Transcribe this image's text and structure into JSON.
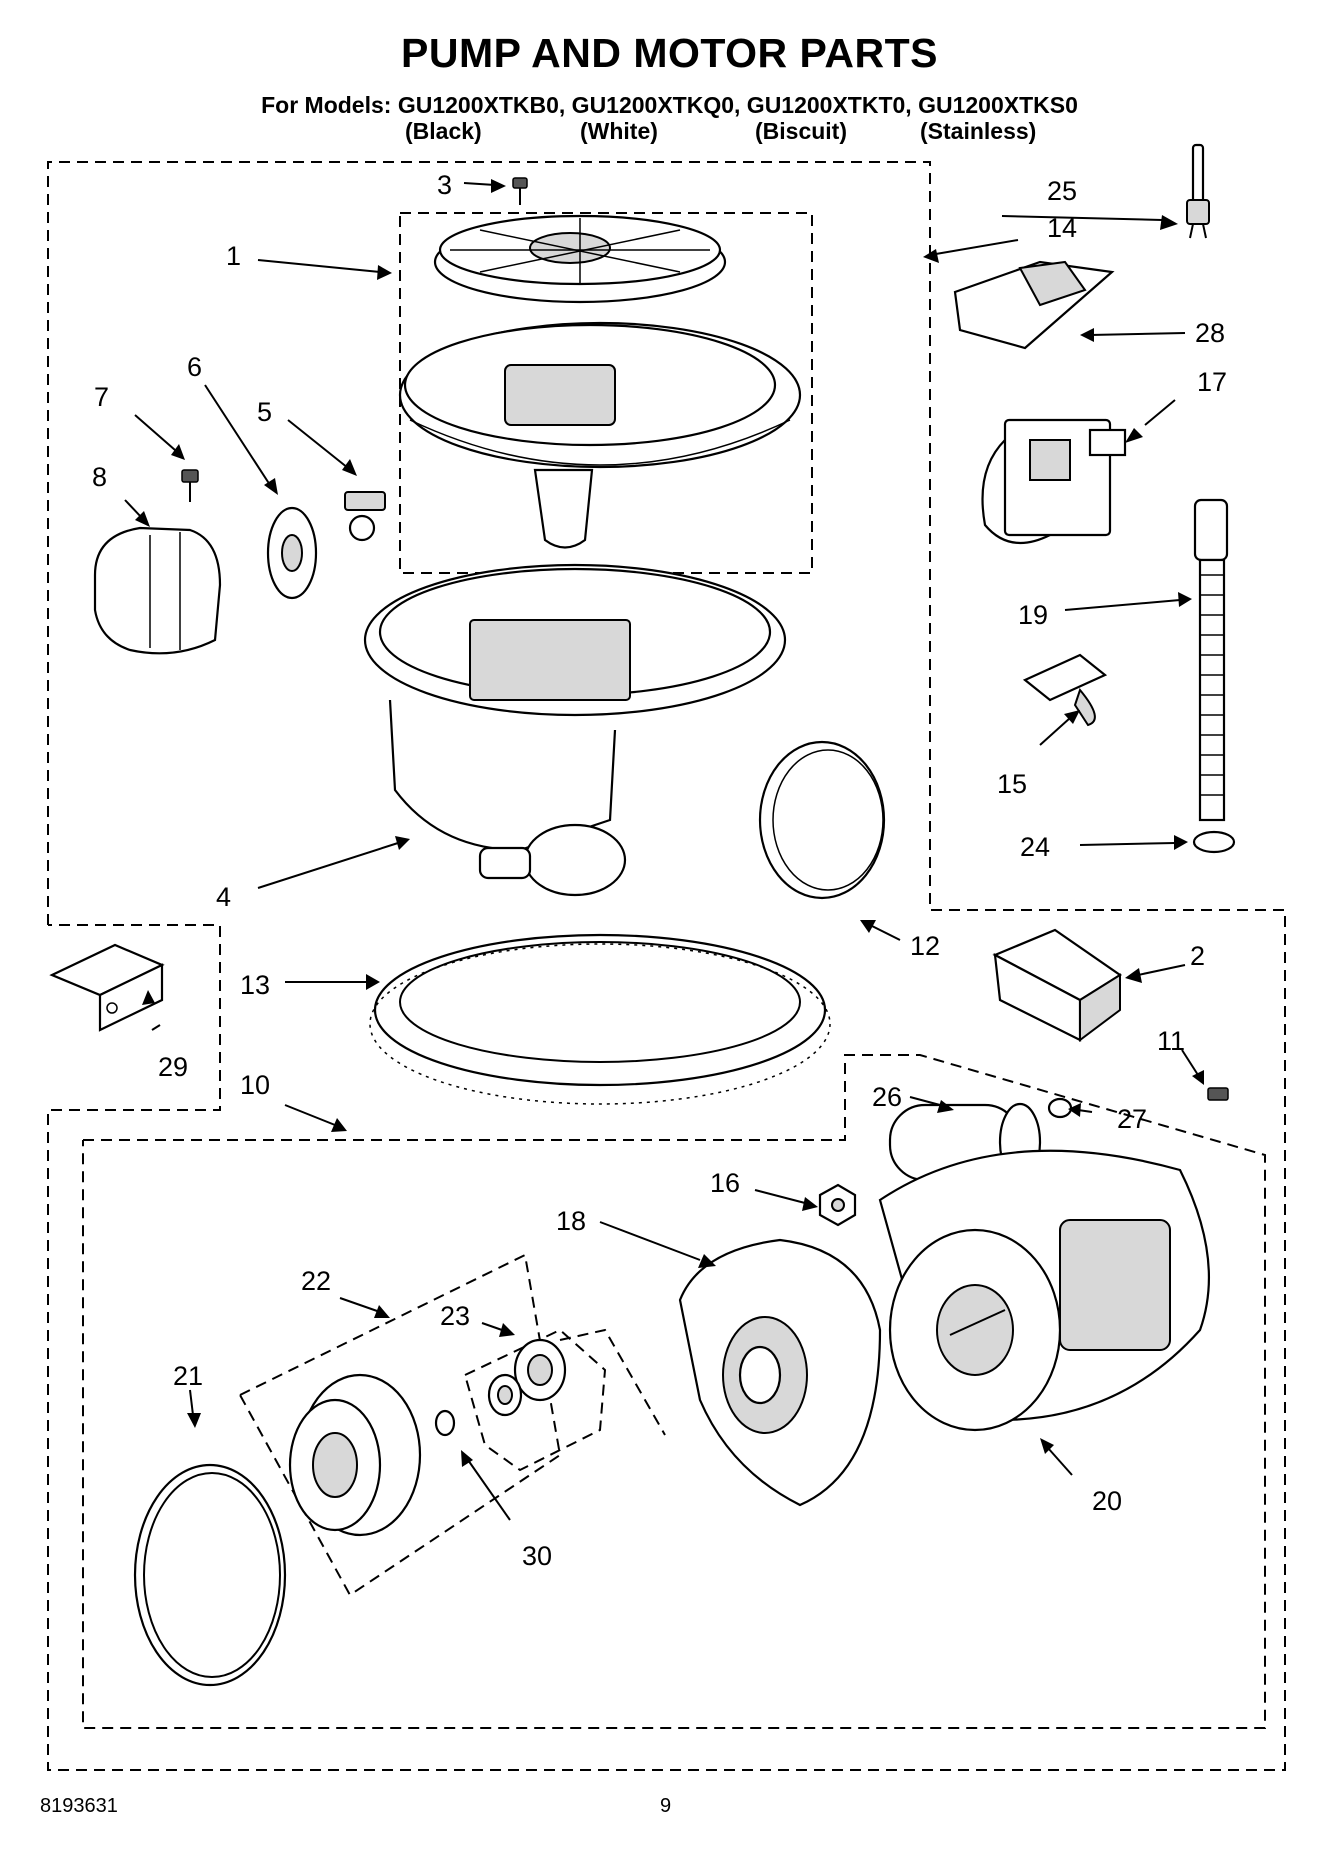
{
  "header": {
    "title": "PUMP AND MOTOR PARTS",
    "models": "For Models: GU1200XTKB0, GU1200XTKQ0, GU1200XTKT0, GU1200XTKS0",
    "colors": [
      "(Black)",
      "(White)",
      "(Biscuit)",
      "(Stainless)"
    ]
  },
  "callouts": {
    "c1": "1",
    "c2": "2",
    "c3": "3",
    "c4": "4",
    "c5": "5",
    "c6": "6",
    "c7": "7",
    "c8": "8",
    "c10": "10",
    "c11": "11",
    "c12": "12",
    "c13": "13",
    "c14": "14",
    "c15": "15",
    "c16": "16",
    "c17": "17",
    "c18": "18",
    "c19": "19",
    "c20": "20",
    "c21": "21",
    "c22": "22",
    "c23": "23",
    "c24": "24",
    "c25": "25",
    "c26": "26",
    "c27": "27",
    "c28": "28",
    "c29": "29",
    "c30": "30"
  },
  "footer": {
    "doc_number": "8193631",
    "page_number": "9"
  }
}
